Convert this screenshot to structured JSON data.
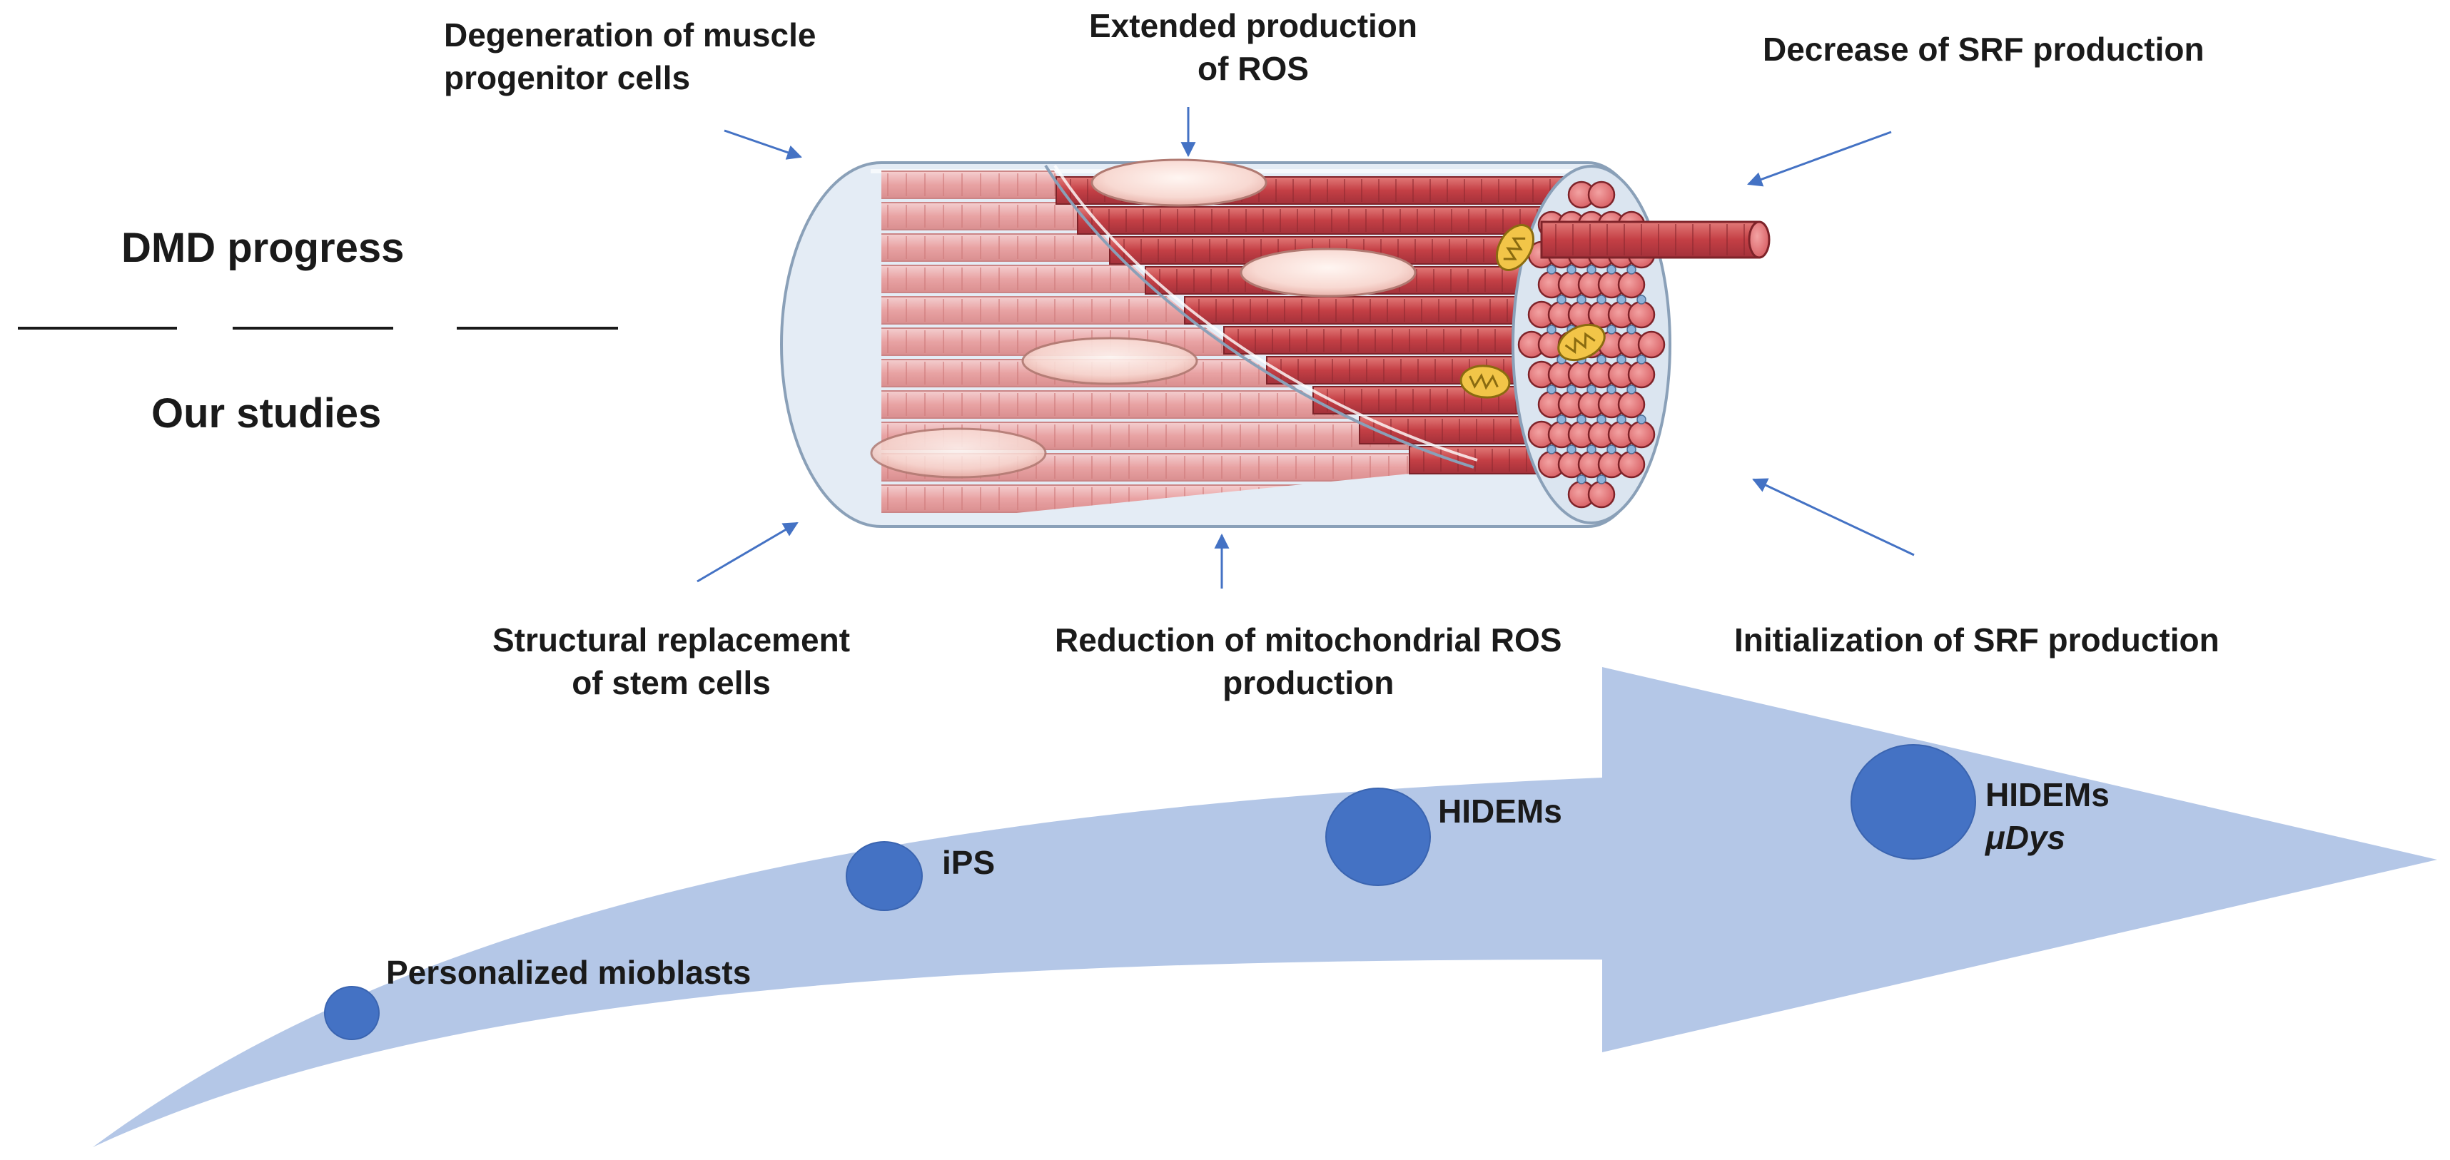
{
  "left": {
    "top_label": "DMD progress",
    "bottom_label": "Our studies"
  },
  "top_labels": {
    "degeneration": [
      "Degeneration of muscle",
      "progenitor cells"
    ],
    "ros_extended": [
      "Extended production",
      "of ROS"
    ],
    "srf_decrease": "Decrease of SRF production"
  },
  "bottom_labels": {
    "stem_cells": [
      "Structural replacement",
      "of stem cells"
    ],
    "ros_reduction": [
      "Reduction of mitochondrial ROS",
      "production"
    ],
    "srf_init": "Initialization of SRF production"
  },
  "timeline": {
    "stages": [
      {
        "label": "Personalized mioblasts"
      },
      {
        "label": "iPS"
      },
      {
        "label": "HIDEMs"
      },
      {
        "label": "HIDEMs",
        "sublabel": "μDys"
      }
    ]
  },
  "colors": {
    "arrow_fill": "#b4c7e7",
    "circle_fill": "#4472c4",
    "pointer_arrow": "#4472c4",
    "fiber_red": "#c8474d",
    "fiber_pink": "#eea8a8",
    "sheath": "#dfe8f2"
  }
}
